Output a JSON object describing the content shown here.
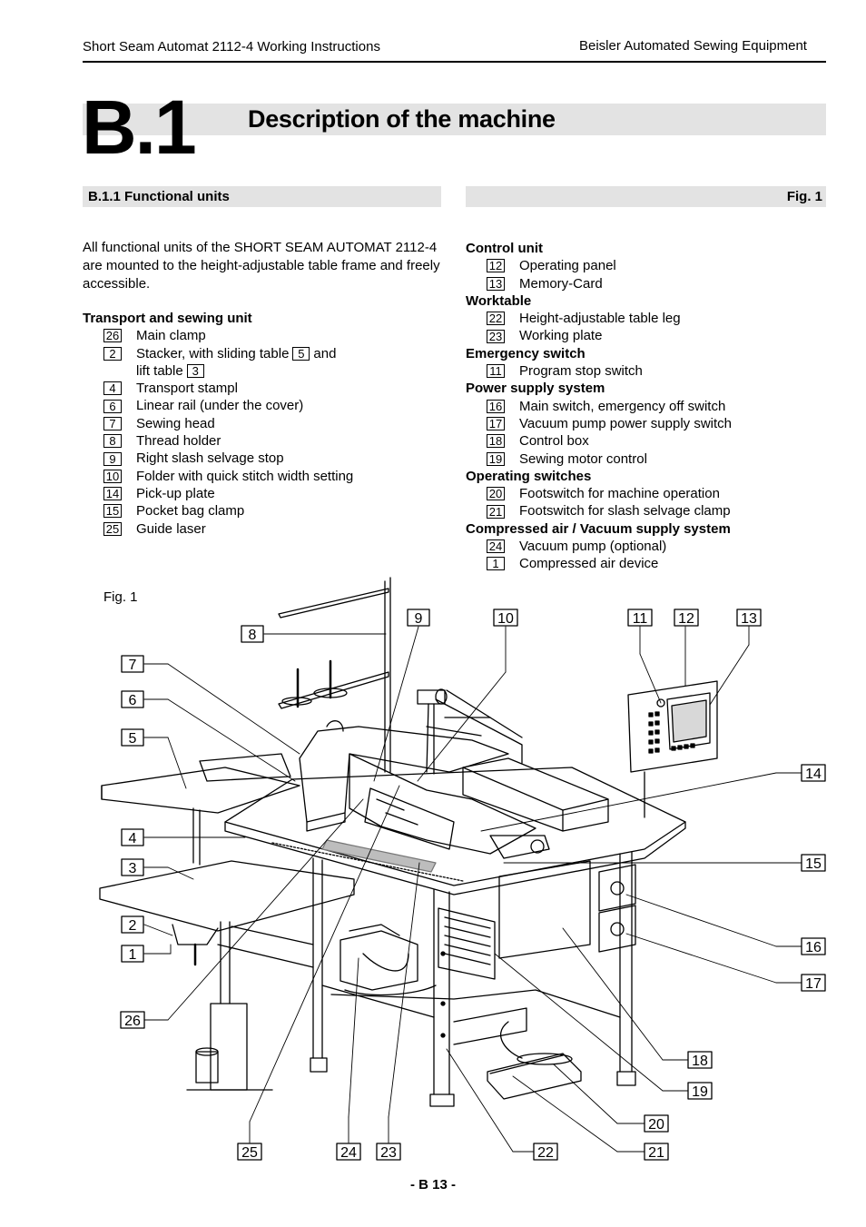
{
  "header": {
    "left": "Short Seam Automat 2112-4 Working Instructions",
    "right": "Beisler Automated Sewing Equipment"
  },
  "chapter": {
    "number": "B.1",
    "title": "Description of the machine"
  },
  "section": {
    "title": "B.1.1 Functional units",
    "figure_ref": "Fig. 1"
  },
  "intro": "All functional units of the SHORT SEAM AUTOMAT 2112-4 are mounted to the height-adjustable table frame and freely accessible.",
  "left_groups": [
    {
      "title": "Transport and sewing unit",
      "items": [
        {
          "num": "26",
          "text": "Main clamp"
        },
        {
          "num": "2",
          "text": "Stacker, with sliding table",
          "ref": "5",
          "after": "and"
        },
        {
          "num": "",
          "text": "lift table",
          "ref": "3",
          "after": ""
        },
        {
          "num": "4",
          "text": "Transport stampl"
        },
        {
          "num": "6",
          "text": "Linear rail (under the cover)"
        },
        {
          "num": "7",
          "text": "Sewing head"
        },
        {
          "num": "8",
          "text": "Thread holder"
        },
        {
          "num": "9",
          "text": "Right slash selvage stop"
        },
        {
          "num": "10",
          "text": "Folder with quick stitch width setting"
        },
        {
          "num": "14",
          "text": "Pick-up plate"
        },
        {
          "num": "15",
          "text": "Pocket bag clamp"
        },
        {
          "num": "25",
          "text": "Guide laser"
        }
      ]
    }
  ],
  "right_groups": [
    {
      "title": "Control unit",
      "items": [
        {
          "num": "12",
          "text": "Operating panel"
        },
        {
          "num": "13",
          "text": "Memory-Card"
        }
      ]
    },
    {
      "title": "Worktable",
      "items": [
        {
          "num": "22",
          "text": "Height-adjustable table leg"
        },
        {
          "num": "23",
          "text": "Working plate"
        }
      ]
    },
    {
      "title": "Emergency switch",
      "items": [
        {
          "num": "11",
          "text": "Program stop switch"
        }
      ]
    },
    {
      "title": "Power supply system",
      "items": [
        {
          "num": "16",
          "text": "Main switch, emergency off switch"
        },
        {
          "num": "17",
          "text": "Vacuum pump power supply switch"
        },
        {
          "num": "18",
          "text": "Control box"
        },
        {
          "num": "19",
          "text": "Sewing motor control"
        }
      ]
    },
    {
      "title": "Operating switches",
      "items": [
        {
          "num": "20",
          "text": "Footswitch for machine operation"
        },
        {
          "num": "21",
          "text": "Footswitch for slash selvage clamp"
        }
      ]
    },
    {
      "title": "Compressed air / Vacuum supply system",
      "items": [
        {
          "num": "24",
          "text": "Vacuum pump (optional)"
        },
        {
          "num": "1",
          "text": "Compressed air device"
        }
      ]
    }
  ],
  "figure": {
    "caption": "Fig. 1",
    "callouts": [
      "8",
      "9",
      "10",
      "11",
      "12",
      "13",
      "7",
      "6",
      "5",
      "14",
      "4",
      "3",
      "15",
      "2",
      "1",
      "16",
      "17",
      "26",
      "18",
      "19",
      "20",
      "25",
      "24",
      "23",
      "22",
      "21"
    ]
  },
  "footer": {
    "page": "- B 13 -"
  }
}
